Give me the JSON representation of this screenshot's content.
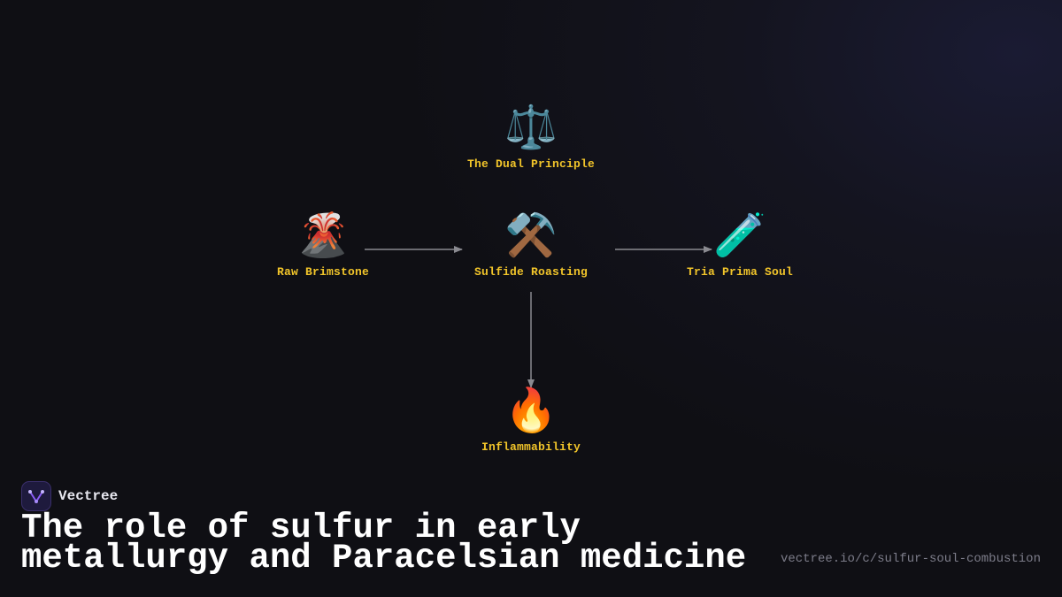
{
  "diagram": {
    "nodes": [
      {
        "id": "dual",
        "icon": "⚖️",
        "icon_name": "balance-scale-icon",
        "label": "The Dual Principle"
      },
      {
        "id": "raw",
        "icon": "🌋",
        "icon_name": "volcano-icon",
        "label": "Raw Brimstone"
      },
      {
        "id": "roast",
        "icon": "⚒️",
        "icon_name": "hammer-pick-icon",
        "label": "Sulfide Roasting"
      },
      {
        "id": "tria",
        "icon": "🧪",
        "icon_name": "test-tube-icon",
        "label": "Tria Prima Soul"
      },
      {
        "id": "inflam",
        "icon": "🔥",
        "icon_name": "fire-icon",
        "label": "Inflammability"
      }
    ],
    "edges": [
      {
        "from": "raw",
        "to": "roast"
      },
      {
        "from": "roast",
        "to": "tria"
      },
      {
        "from": "roast",
        "to": "inflam"
      }
    ],
    "label_color": "#f2c52a",
    "edge_color": "#8a8a90"
  },
  "brand": {
    "name": "Vectree",
    "logo_icon": "vectree-logo-icon",
    "accent": "#8b5cf6"
  },
  "title": "The role of sulfur in early metallurgy and Paracelsian medicine",
  "url": "vectree.io/c/sulfur-soul-combustion"
}
